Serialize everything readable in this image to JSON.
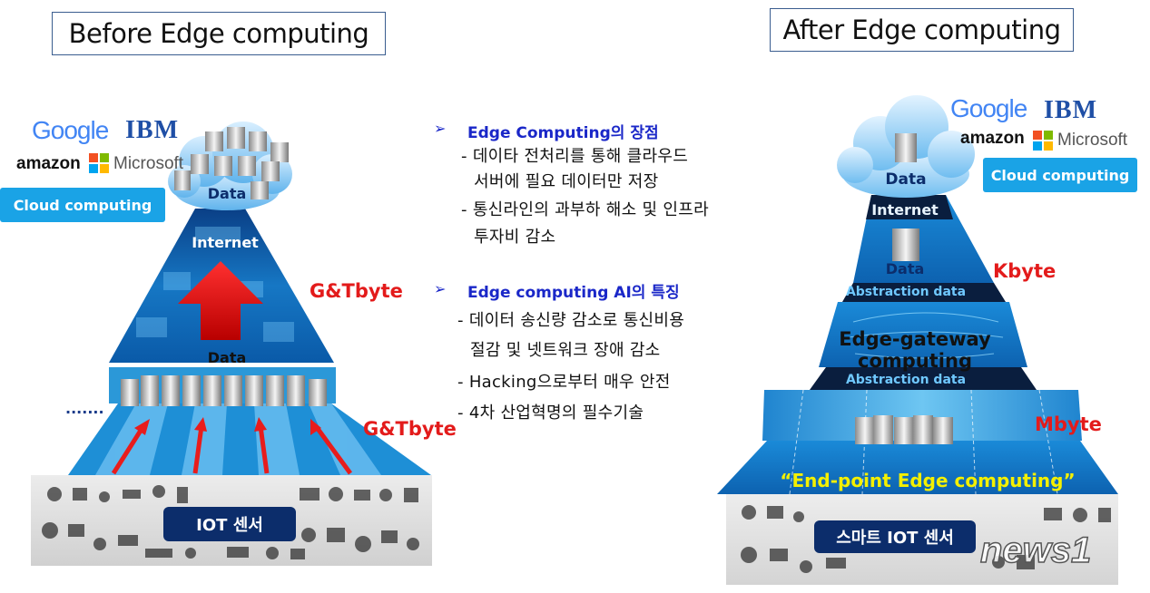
{
  "left": {
    "title": "Before Edge computing",
    "logos": {
      "google": "Google",
      "ibm": "IBM",
      "amazon": "amazon",
      "microsoft": "Microsoft"
    },
    "cloud_tag": "Cloud computing",
    "cloud_data": "Data",
    "internet": "Internet",
    "mid_data": "Data",
    "dots": ".......",
    "rate_upper": "G&Tbyte",
    "rate_lower": "G&Tbyte",
    "iot_label": "IOT 센서"
  },
  "middle": {
    "section1": {
      "heading": "Edge Computing의 장점",
      "lines": [
        "- 데이타 전처리를 통해 클라우드",
        "서버에  필요 데이터만 저장",
        "- 통신라인의 과부하 해소 및 인프라",
        "투자비 감소"
      ]
    },
    "section2": {
      "heading": "Edge computing AI의 특징",
      "lines": [
        "- 데이터 송신량 감소로 통신비용",
        "절감 및 넷트워크 장애 감소",
        "- Hacking으로부터 매우 안전",
        "- 4차 산업혁명의 필수기술"
      ]
    }
  },
  "right": {
    "title": "After Edge computing",
    "logos": {
      "google": "Google",
      "ibm": "IBM",
      "amazon": "amazon",
      "microsoft": "Microsoft"
    },
    "cloud_tag": "Cloud computing",
    "cloud_data": "Data",
    "internet": "Internet",
    "data2": "Data",
    "abstraction1": "Abstraction data",
    "gateway": "Edge-gateway computing",
    "abstraction2": "Abstraction data",
    "endpoint": "“End-point Edge computing”",
    "rate_k": "Kbyte",
    "rate_m": "Mbyte",
    "iot_label": "스마트 IOT 센서",
    "watermark": "news1"
  },
  "colors": {
    "accent_blue": "#1aa3e6",
    "dark_navy": "#0c2d6b",
    "rate_red": "#e31b1b",
    "heading_blue": "#1a27c8",
    "endpoint_yellow": "#f4f000"
  }
}
